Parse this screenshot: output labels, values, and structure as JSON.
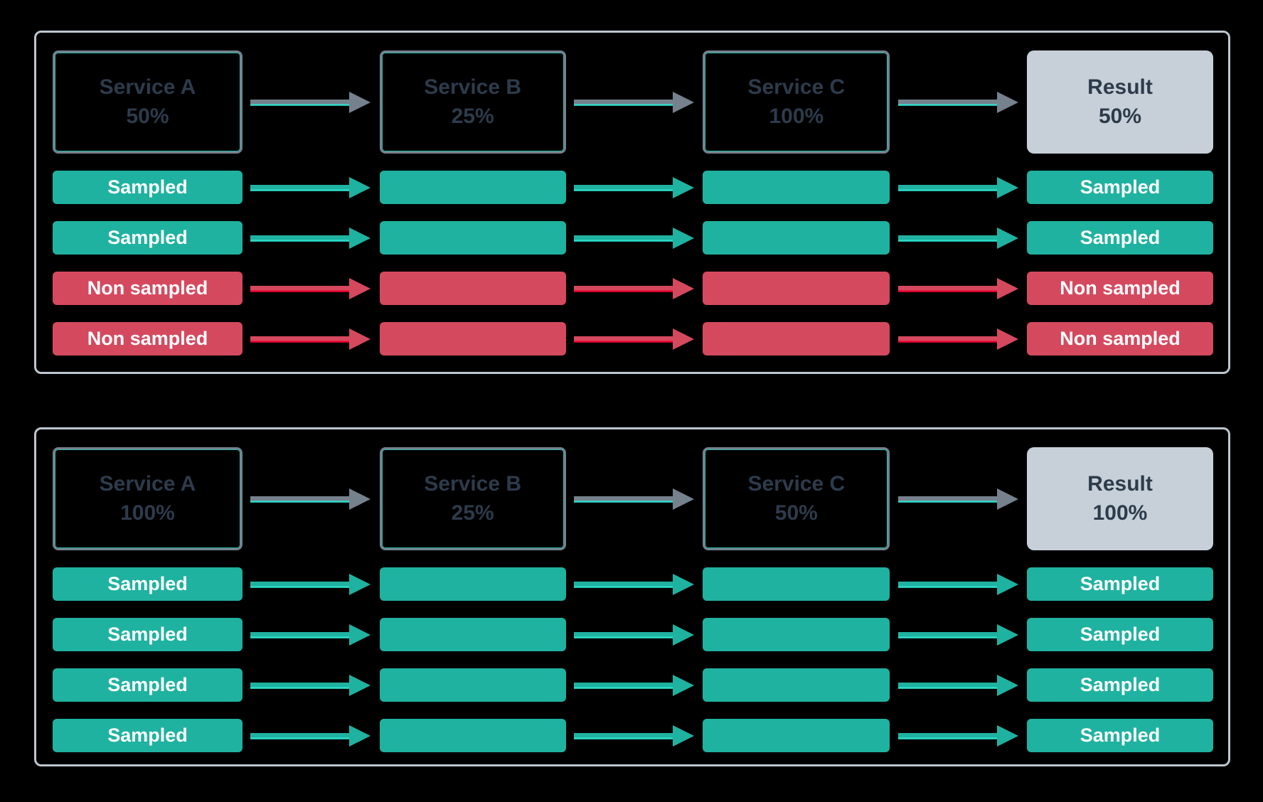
{
  "diagram": {
    "description": "Distributed tracing sampling flow diagram with two scenarios",
    "colors": {
      "background": "#000000",
      "panel_border": "#BDC6CF",
      "service_box_border": "#76818E",
      "service_box_accent": "#2BD9C7",
      "dark_text": "#2D3B4B",
      "result_fill": "#C7D0D9",
      "sampled_fill": "#1FB2A0",
      "non_sampled_fill": "#D5495F",
      "arrow_gray": "#76818E",
      "arrow_accent_cyan": "#2EE0CD",
      "arrow_accent_red": "#F00031",
      "pill_text": "#FFFFFF"
    }
  },
  "panels": [
    {
      "name": "scenario-1",
      "nodes": [
        {
          "label": "Service A",
          "rate": "50%"
        },
        {
          "label": "Service B",
          "rate": "25%"
        },
        {
          "label": "Service C",
          "rate": "100%"
        },
        {
          "label": "Result",
          "rate": "50%"
        }
      ],
      "rows": [
        {
          "type": "sampled",
          "label": "Sampled"
        },
        {
          "type": "sampled",
          "label": "Sampled"
        },
        {
          "type": "non-sampled",
          "label": "Non sampled"
        },
        {
          "type": "non-sampled",
          "label": "Non sampled"
        }
      ]
    },
    {
      "name": "scenario-2",
      "nodes": [
        {
          "label": "Service A",
          "rate": "100%"
        },
        {
          "label": "Service B",
          "rate": "25%"
        },
        {
          "label": "Service C",
          "rate": "50%"
        },
        {
          "label": "Result",
          "rate": "100%"
        }
      ],
      "rows": [
        {
          "type": "sampled",
          "label": "Sampled"
        },
        {
          "type": "sampled",
          "label": "Sampled"
        },
        {
          "type": "sampled",
          "label": "Sampled"
        },
        {
          "type": "sampled",
          "label": "Sampled"
        }
      ]
    }
  ]
}
